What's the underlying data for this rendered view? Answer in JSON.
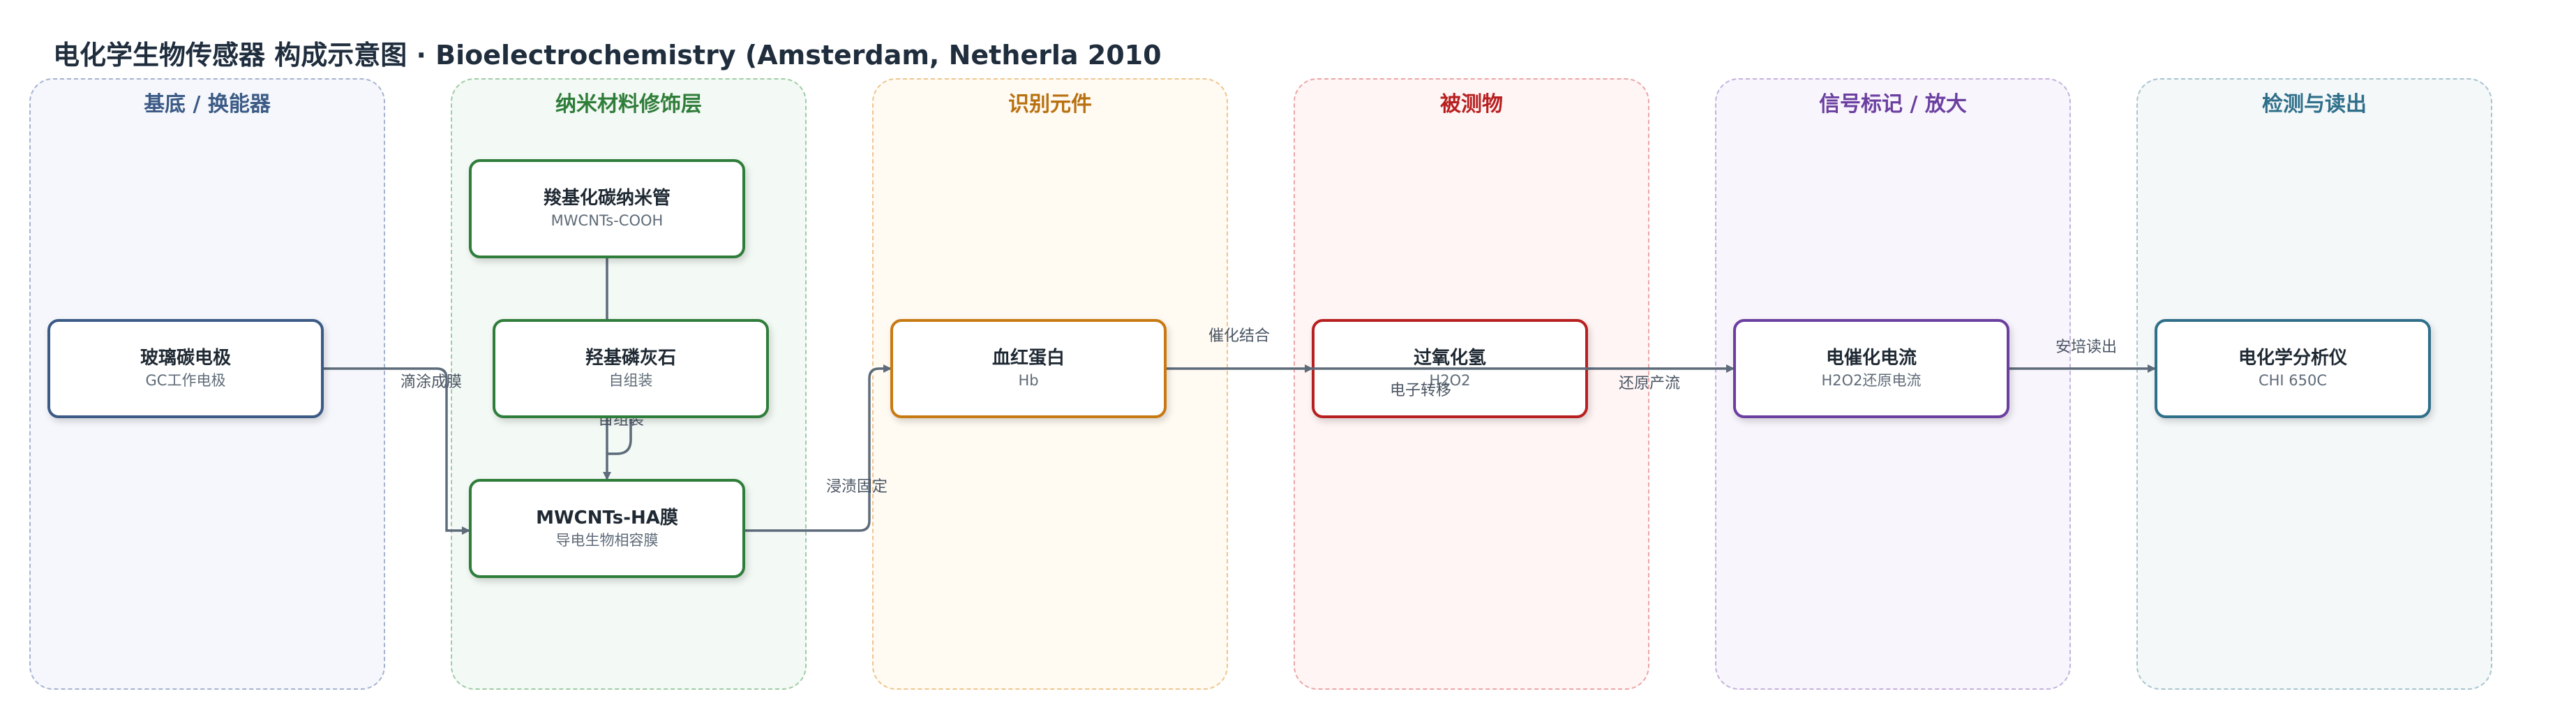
{
  "title": "电化学生物传感器 构成示意图 · Bioelectrochemistry (Amsterdam, Netherla 2010",
  "lanes": [
    {
      "title": "基底 / 换能器",
      "border": "#a6b4cf",
      "fill": "#f5f7fc",
      "color": "#3b5a85"
    },
    {
      "title": "纳米材料修饰层",
      "border": "#9fcca6",
      "fill": "#f3f9f4",
      "color": "#2f7d3a"
    },
    {
      "title": "识别元件",
      "border": "#efc58d",
      "fill": "#fffaf2",
      "color": "#b8700f"
    },
    {
      "title": "被测物",
      "border": "#eba6a6",
      "fill": "#fff5f5",
      "color": "#b82020"
    },
    {
      "title": "信号标记 / 放大",
      "border": "#c4b2dd",
      "fill": "#f8f5fc",
      "color": "#6b3fa0"
    },
    {
      "title": "检测与读出",
      "border": "#a8c4d0",
      "fill": "#f4f8f9",
      "color": "#2f6f8a"
    }
  ],
  "nodes": {
    "gce": {
      "name": "玻璃碳电极",
      "sub": "GC工作电极",
      "color": "#3b5a85"
    },
    "mwcnt": {
      "name": "羧基化碳纳米管",
      "sub": "MWCNTs-COOH",
      "color": "#2f7d3a"
    },
    "ha": {
      "name": "羟基磷灰石",
      "sub": "自组装",
      "color": "#2f7d3a"
    },
    "film": {
      "name": "MWCNTs-HA膜",
      "sub": "导电生物相容膜",
      "color": "#2f7d3a"
    },
    "hb": {
      "name": "血红蛋白",
      "sub": "Hb",
      "color": "#c77a12"
    },
    "h2o2": {
      "name": "过氧化氢",
      "sub": "H2O2",
      "color": "#b82020"
    },
    "curr": {
      "name": "电催化电流",
      "sub": "H2O2还原电流",
      "color": "#6b3fa0"
    },
    "chi": {
      "name": "电化学分析仪",
      "sub": "CHI 650C",
      "color": "#2f6f8a"
    }
  },
  "edges": {
    "drop_coat": "滴涂成膜",
    "self_assembly": "自组装",
    "immersion": "浸渍固定",
    "catalytic_binding": "催化结合",
    "electron_transfer": "电子转移",
    "reduction_current": "还原产流",
    "amperometric_readout": "安培读出"
  },
  "edge_color": "#5d6b7a"
}
